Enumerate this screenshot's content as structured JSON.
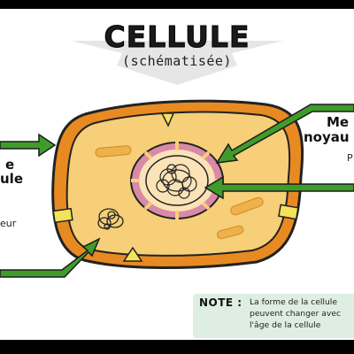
{
  "title": "CELLULE",
  "subtitle": "(schématisée)",
  "labels": {
    "right_top_line1": "Me",
    "right_top_line2": "noyau",
    "right_top_sub": "P",
    "left_line1": "e",
    "left_line2": "ule",
    "left_sub": "eur"
  },
  "note": {
    "title": "NOTE :",
    "line1": "La forme de la cellule",
    "line2": "peuvent changer avec",
    "line3": "l'âge de la cellule"
  },
  "colors": {
    "membrane": "#e88a22",
    "cytoplasm": "#f6cf78",
    "outline": "#222222",
    "arrow": "#3f9c2a",
    "vacuole": "#d98aa6",
    "nucleoplasm": "#fbe3b7",
    "organelle": "#f0b04a",
    "inner_vesicle": "#f7e04c",
    "banner": "#e9e9e9",
    "note_bg": "#dfeee2"
  }
}
